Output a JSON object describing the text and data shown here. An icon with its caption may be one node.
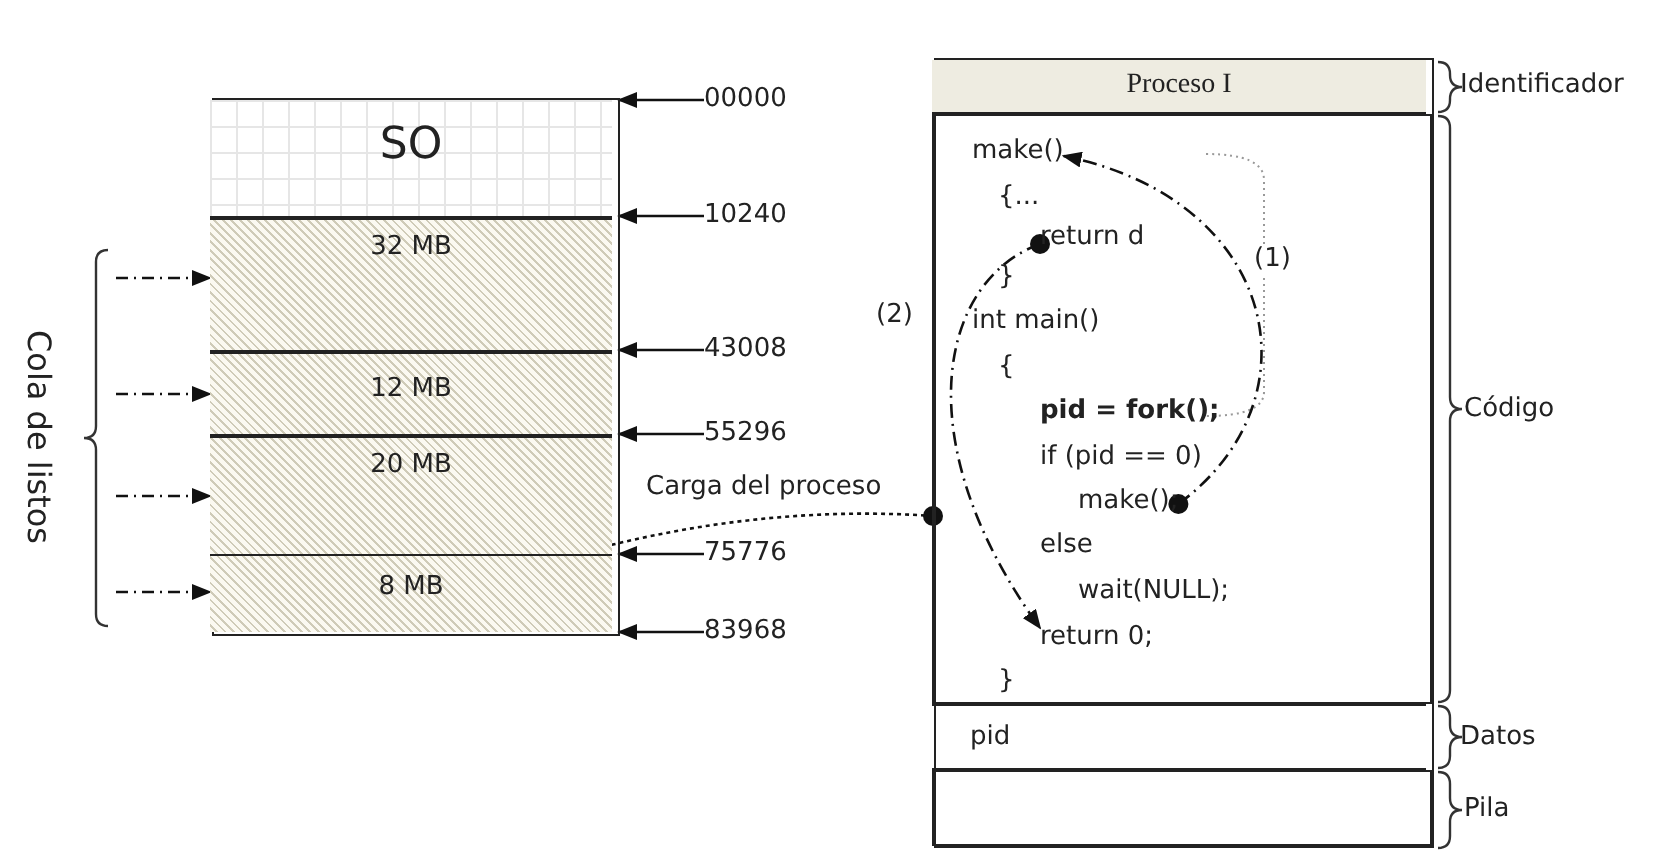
{
  "diagram": {
    "nodes": [
      {
        "text": [],
        "shape": "box"
      },
      {
        "text": [
          "SO"
        ],
        "in": 0
      },
      {
        "text": [
          "32 MB"
        ],
        "in": 0
      },
      {
        "text": [
          "12 MB"
        ],
        "in": 0
      },
      {
        "text": [
          "20 MB"
        ],
        "in": 0
      },
      {
        "text": [
          "8 MB"
        ],
        "in": 0
      },
      {
        "text": [
          "00000"
        ]
      },
      {
        "text": [
          "10240"
        ]
      },
      {
        "text": [
          "43008"
        ]
      },
      {
        "text": [
          "55296"
        ]
      },
      {
        "text": [
          "75776"
        ]
      },
      {
        "text": [
          "83968"
        ]
      },
      {
        "text": [
          "Cola de listos"
        ]
      },
      {
        "text": [],
        "shape": "box"
      },
      {
        "text": [
          "Proceso I"
        ],
        "in": 13,
        "beside": [
          "Identificador"
        ]
      },
      {
        "text": [],
        "shape": "box",
        "in": 13,
        "beside": [
          "Código"
        ]
      },
      {
        "text": [
          "make()"
        ],
        "in": 15
      },
      {
        "text": [
          "{..."
        ],
        "in": 15
      },
      {
        "text": [
          "return d"
        ],
        "in": 15
      },
      {
        "text": [
          "}"
        ],
        "in": 15
      },
      {
        "text": [
          "int main()"
        ],
        "in": 15
      },
      {
        "text": [
          "{"
        ],
        "in": 15
      },
      {
        "text": [
          "pid = fork();"
        ],
        "in": 15
      },
      {
        "text": [
          "if (pid == 0)"
        ],
        "in": 15
      },
      {
        "text": [
          "make();"
        ],
        "in": 15
      },
      {
        "text": [
          "else"
        ],
        "in": 15
      },
      {
        "text": [
          "wait(NULL);"
        ],
        "in": 15
      },
      {
        "text": [
          "return 0;"
        ],
        "in": 15
      },
      {
        "text": [
          "}"
        ],
        "in": 15
      },
      {
        "text": [
          "pid"
        ],
        "in": 13,
        "beside": [
          "Datos"
        ]
      },
      {
        "text": [],
        "shape": "box",
        "in": 13,
        "beside": [
          "Pila"
        ]
      }
    ],
    "edges": [
      {
        "from": 6,
        "to": 0,
        "arrow": "to"
      },
      {
        "from": 7,
        "to": 0,
        "arrow": "to"
      },
      {
        "from": 8,
        "to": 0,
        "arrow": "to"
      },
      {
        "from": 9,
        "to": 0,
        "arrow": "to"
      },
      {
        "from": 10,
        "to": 0,
        "arrow": "to"
      },
      {
        "from": 11,
        "to": 0,
        "arrow": "to"
      },
      {
        "from": 12,
        "to": 2,
        "arrow": "to",
        "style": "dashed"
      },
      {
        "from": 12,
        "to": 3,
        "arrow": "to",
        "style": "dashed"
      },
      {
        "from": 12,
        "to": 4,
        "arrow": "to",
        "style": "dashed"
      },
      {
        "from": 12,
        "to": 5,
        "arrow": "to",
        "style": "dashed"
      },
      {
        "from": 13,
        "to": 4,
        "arrow": "to",
        "style": "dashed",
        "label": "Carga del proceso"
      },
      {
        "from": 24,
        "to": 16,
        "arrow": "to",
        "style": "dashed",
        "label": "(1)"
      },
      {
        "from": 18,
        "to": 27,
        "arrow": "to",
        "style": "dashed",
        "label": "(2)"
      }
    ]
  }
}
